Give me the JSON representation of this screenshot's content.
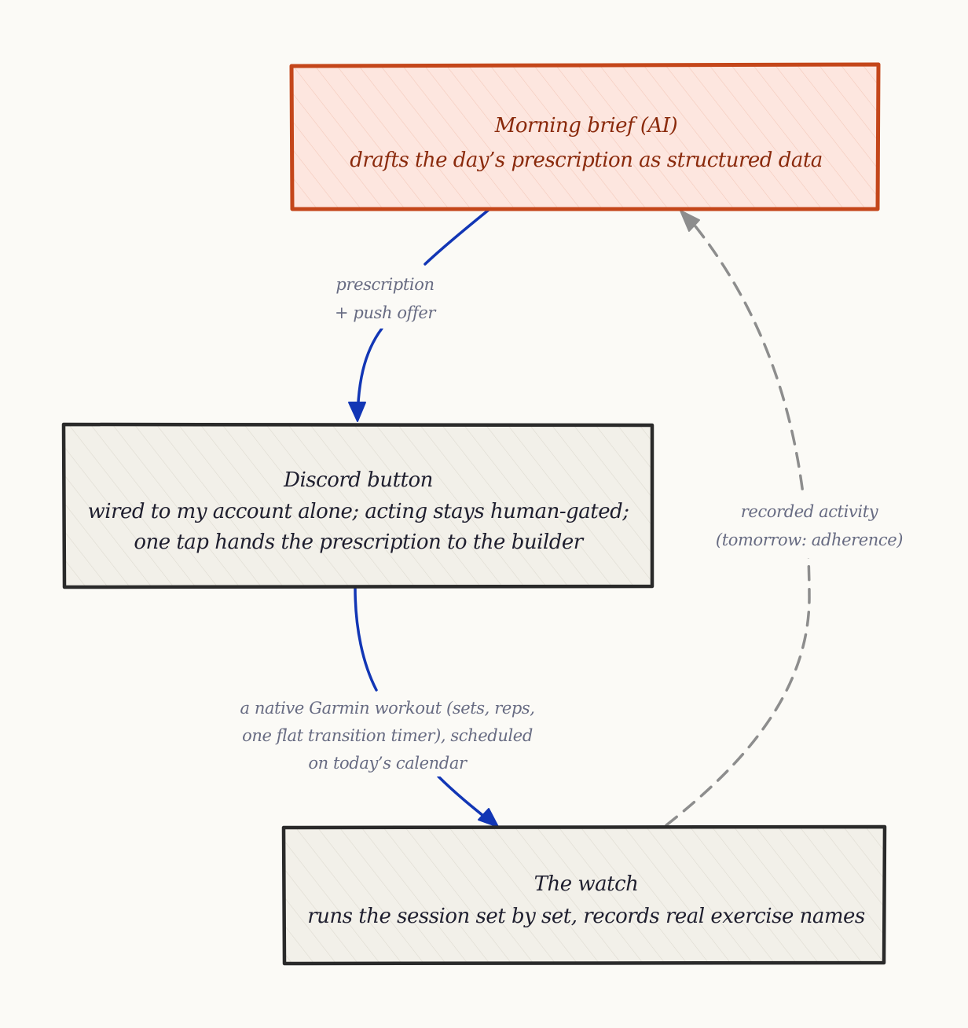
{
  "colors": {
    "background": "#fbfaf6",
    "highlight_fill": "#fde6df",
    "highlight_stroke": "#c4461a",
    "highlight_text": "#8a2a0c",
    "node_fill": "#f2f0e9",
    "node_stroke": "#2a2a2a",
    "node_text": "#1e1e2e",
    "edge_primary": "#1236b5",
    "edge_feedback": "#8d8d8d",
    "edge_label": "#676b82"
  },
  "nodes": {
    "brief": {
      "title": "Morning brief (AI)",
      "lines": [
        "drafts the day’s prescription as structured data"
      ]
    },
    "discord": {
      "title": "Discord button",
      "lines": [
        "wired to my account alone; acting stays human-gated;",
        "one tap hands the prescription to the builder"
      ]
    },
    "watch": {
      "title": "The watch",
      "lines": [
        "runs the session set by set, records real exercise names"
      ]
    }
  },
  "edges": {
    "brief_to_discord": {
      "lines": [
        "prescription",
        "+ push offer"
      ],
      "style": "solid"
    },
    "discord_to_watch": {
      "lines": [
        "a native Garmin workout (sets, reps,",
        "one flat transition timer), scheduled",
        "on today’s calendar"
      ],
      "style": "solid"
    },
    "watch_to_brief": {
      "lines": [
        "recorded activity",
        "(tomorrow: adherence)"
      ],
      "style": "dashed"
    }
  }
}
